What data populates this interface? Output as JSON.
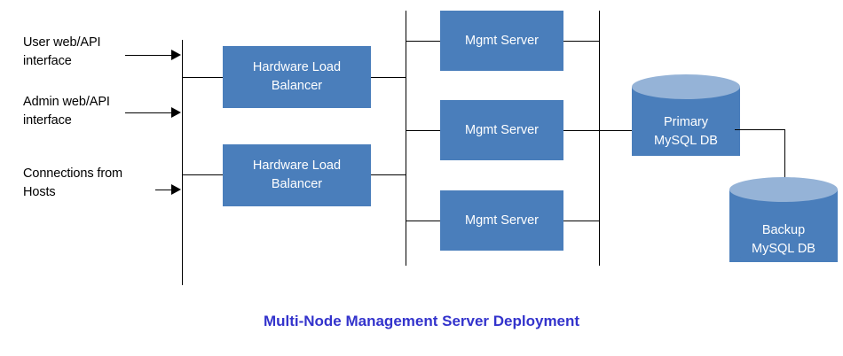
{
  "diagram": {
    "title": "Multi-Node Management Server Deployment",
    "title_color": "#3333cc",
    "background_color": "#ffffff",
    "node_fill_color": "#4a7ebb",
    "cylinder_top_color": "#95b3d7",
    "node_text_color": "#ffffff",
    "connector_color": "#000000"
  },
  "inputs": [
    {
      "label": "User web/API\ninterface"
    },
    {
      "label": "Admin web/API\ninterface"
    },
    {
      "label": "Connections from\nHosts"
    }
  ],
  "load_balancers": [
    {
      "line1": "Hardware Load",
      "line2": "Balancer"
    },
    {
      "line1": "Hardware Load",
      "line2": "Balancer"
    }
  ],
  "mgmt_servers": [
    {
      "label": "Mgmt Server"
    },
    {
      "label": "Mgmt Server"
    },
    {
      "label": "Mgmt Server"
    }
  ],
  "databases": [
    {
      "line1": "Primary",
      "line2": "MySQL DB"
    },
    {
      "line1": "Backup",
      "line2": "MySQL DB"
    }
  ]
}
